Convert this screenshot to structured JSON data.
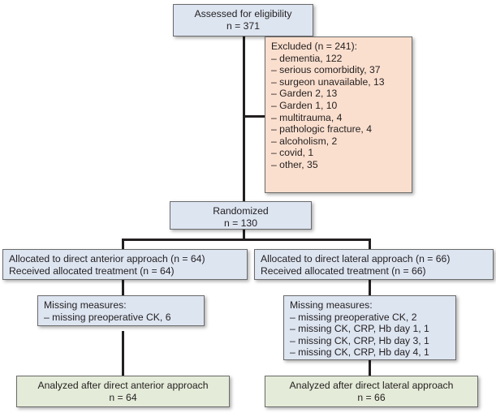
{
  "diagram": {
    "type": "consort-flow-diagram",
    "colors": {
      "box_blue": "#dde5f1",
      "box_peach": "#fbdfce",
      "box_green": "#e4ebd8",
      "border": "#6b6b6b",
      "connector": "#231f20",
      "text": "#231f20"
    },
    "nodes": {
      "assessed": {
        "line1": "Assessed for eligibility",
        "line2": "n = 371"
      },
      "excluded": {
        "title": "Excluded (n = 241):",
        "items": [
          "– dementia, 122",
          "– serious comorbidity, 37",
          "– surgeon unavailable, 13",
          "– Garden 2, 13",
          "– Garden 1, 10",
          "– multitrauma, 4",
          "– pathologic fracture, 4",
          "– alcoholism, 2",
          "– covid, 1",
          "– other, 35"
        ]
      },
      "randomized": {
        "line1": "Randomized",
        "line2": "n = 130"
      },
      "allocated_left": {
        "line1": "Allocated to direct anterior approach (n = 64)",
        "line2": "Received allocated treatment (n = 64)"
      },
      "allocated_right": {
        "line1": "Allocated to direct lateral approach (n = 66)",
        "line2": "Received allocated treatment (n = 66)"
      },
      "missing_left": {
        "title": "Missing measures:",
        "items": [
          "– missing preoperative CK, 6"
        ]
      },
      "missing_right": {
        "title": "Missing measures:",
        "items": [
          "– missing preoperative CK, 2",
          "– missing CK, CRP, Hb day 1, 1",
          "– missing CK, CRP, Hb day 3, 1",
          "– missing CK, CRP, Hb day 4, 1"
        ]
      },
      "analyzed_left": {
        "line1": "Analyzed after direct anterior approach",
        "line2": "n = 64"
      },
      "analyzed_right": {
        "line1": "Analyzed after direct lateral approach",
        "line2": "n = 66"
      }
    }
  }
}
